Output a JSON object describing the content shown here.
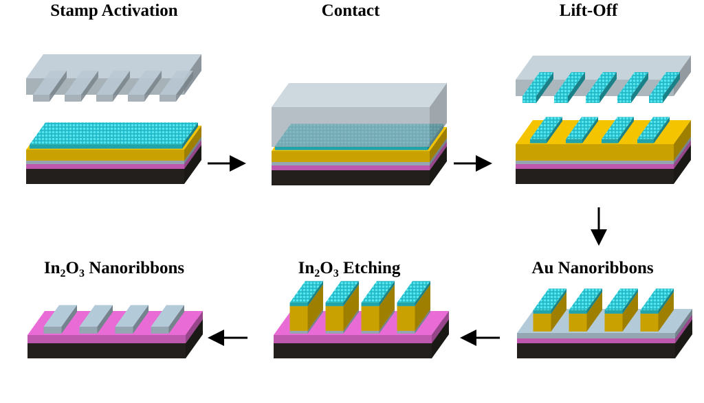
{
  "steps": {
    "stamp_activation": "Stamp Activation",
    "contact": "Contact",
    "lift_off": "Lift-Off",
    "au_nanoribbons": "Au Nanoribbons",
    "in2o3_etching": {
      "pre": "In",
      "sub1": "2",
      "mid": "O",
      "sub2": "3",
      "post": " Etching"
    },
    "in2o3_nanoribbons": {
      "pre": "In",
      "sub1": "2",
      "mid": "O",
      "sub2": "3",
      "post": " Nanoribbons"
    }
  },
  "colors": {
    "substrate": "#2a2622",
    "sio2": "#e86bd6",
    "in2o3": "#b3cbd9",
    "au": "#f5c400",
    "nanowire": "#28c7d2",
    "stamp": "#b8c8d2"
  }
}
